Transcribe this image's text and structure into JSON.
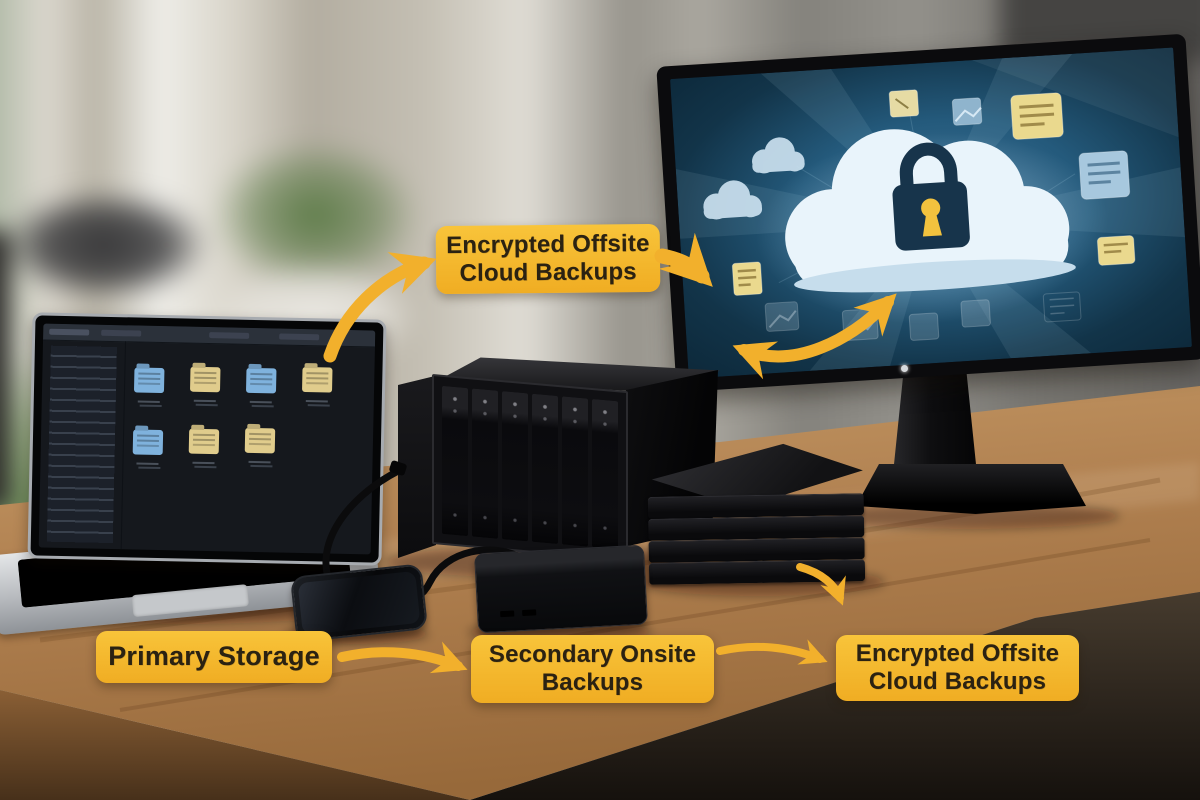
{
  "meta": {
    "description": "Photo-style diagram of a 3-2-1 backup strategy on an office desk",
    "flow": [
      "Primary Storage",
      "Secondary Onsite Backups",
      "Encrypted Offsite Cloud Backups"
    ]
  },
  "colors": {
    "label_bg": "#F0AD23",
    "label_bg_light": "#F8C43A",
    "label_text": "#2B2212",
    "arrow": "#F2B02C",
    "desk_wood": "#B08050",
    "monitor_blue": "#1C4760",
    "cloud_white": "#EDF5FB",
    "lock_navy": "#17344B",
    "keyhole_yellow": "#F2C23E"
  },
  "labels": {
    "cloud_top": {
      "lines": [
        "Encrypted Offsite",
        "Cloud Backups"
      ]
    },
    "primary": {
      "lines": [
        "Primary Storage"
      ]
    },
    "secondary": {
      "lines": [
        "Secondary Onsite",
        "Backups"
      ]
    },
    "offsite_bottom": {
      "lines": [
        "Encrypted Offsite",
        "Cloud Backups"
      ]
    }
  },
  "objects": {
    "laptop": "laptop with dark file-manager window (blue and yellow file icons)",
    "smartphone": "black smartphone on desk",
    "portable_drive": "black portable hard drive",
    "drive_enclosure": "multi-bay drive enclosure with 6 vertical drive trays",
    "drive_stack": "stack of 4 flat external drives",
    "monitor": "desktop monitor showing secure cloud artwork",
    "cloud": "large white cloud with dark padlock and yellow keyhole, surrounded by file tiles"
  },
  "arrows": [
    {
      "from": "laptop",
      "to": "cloud_top_label"
    },
    {
      "from": "cloud_top_label",
      "to": "monitor_screen"
    },
    {
      "from": "monitor_screen",
      "to": "cloud",
      "style": "double-headed"
    },
    {
      "from": "drive_stack",
      "to": "offsite_bottom_label"
    },
    {
      "from": "primary_label",
      "to": "secondary_label"
    },
    {
      "from": "secondary_label",
      "to": "offsite_bottom_label"
    }
  ]
}
